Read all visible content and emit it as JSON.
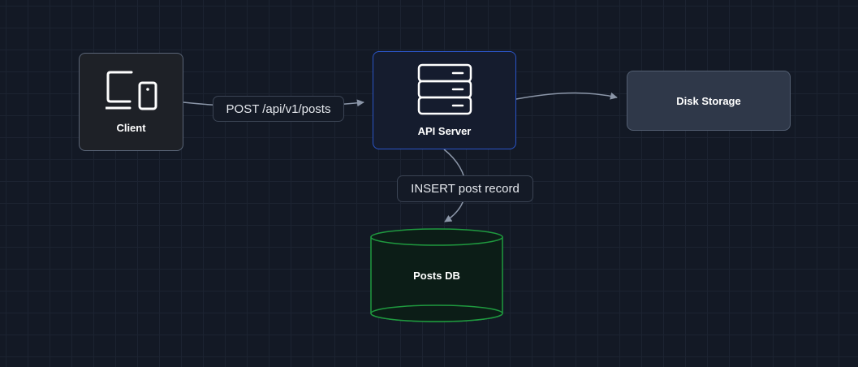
{
  "diagram": {
    "nodes": {
      "client": {
        "label": "Client",
        "icon": "devices-icon"
      },
      "api_server": {
        "label": "API Server",
        "icon": "server-icon"
      },
      "disk_storage": {
        "label": "Disk Storage"
      },
      "posts_db": {
        "label": "Posts DB",
        "shape": "cylinder"
      }
    },
    "edges": [
      {
        "from": "Client",
        "to": "API Server",
        "label": "POST /api/v1/posts"
      },
      {
        "from": "API Server",
        "to": "Disk Storage",
        "label": ""
      },
      {
        "from": "API Server",
        "to": "Posts DB",
        "label": "INSERT post record"
      }
    ]
  },
  "colors": {
    "background": "#131925",
    "edge": "#8b96a8",
    "api_border": "#2b55c8",
    "db_border": "#1f9a3f",
    "db_fill": "#0c1d17"
  }
}
